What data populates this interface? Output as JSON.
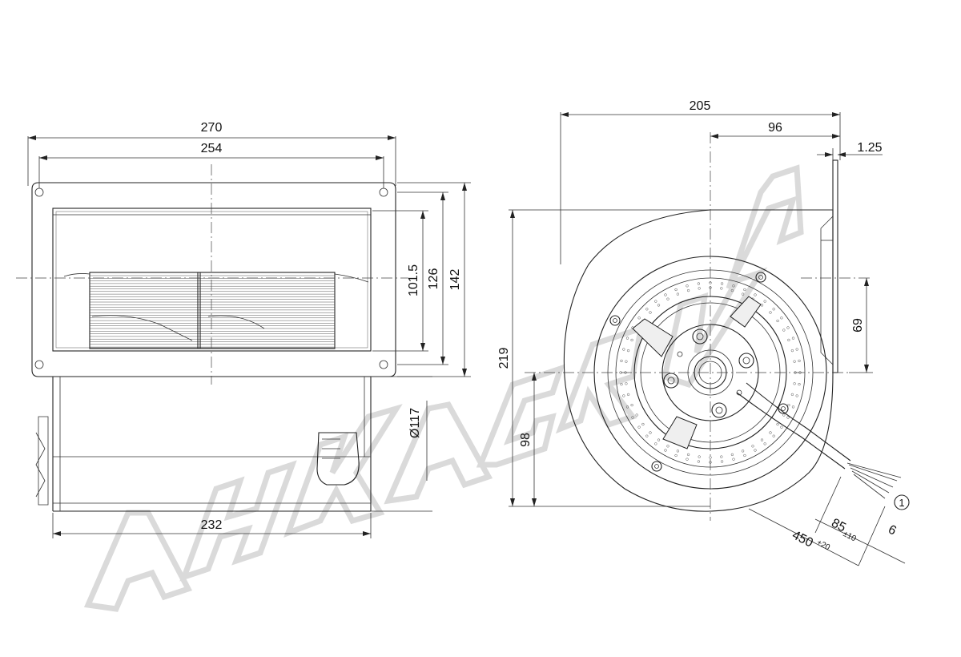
{
  "watermark": {
    "text": "AHKAGRV",
    "color": "#d6d6d6"
  },
  "front_view": {
    "dims": {
      "overall_width": "270",
      "flange_hole_spacing": "254",
      "housing_width": "232",
      "outlet_height_1": "101.5",
      "outlet_height_2": "126",
      "outlet_height_3": "142",
      "impeller_diameter": "Ø117"
    }
  },
  "side_view": {
    "dims": {
      "overall_depth": "205",
      "axis_offset": "96",
      "flange_thickness": "1.25",
      "overall_height": "219",
      "axis_height": "98",
      "outlet_offset": "69",
      "cable_length": "450",
      "cable_length_tol": "+20",
      "strip_length": "85",
      "strip_length_tol": "±10",
      "wire_end": "6"
    },
    "callout": "1"
  }
}
